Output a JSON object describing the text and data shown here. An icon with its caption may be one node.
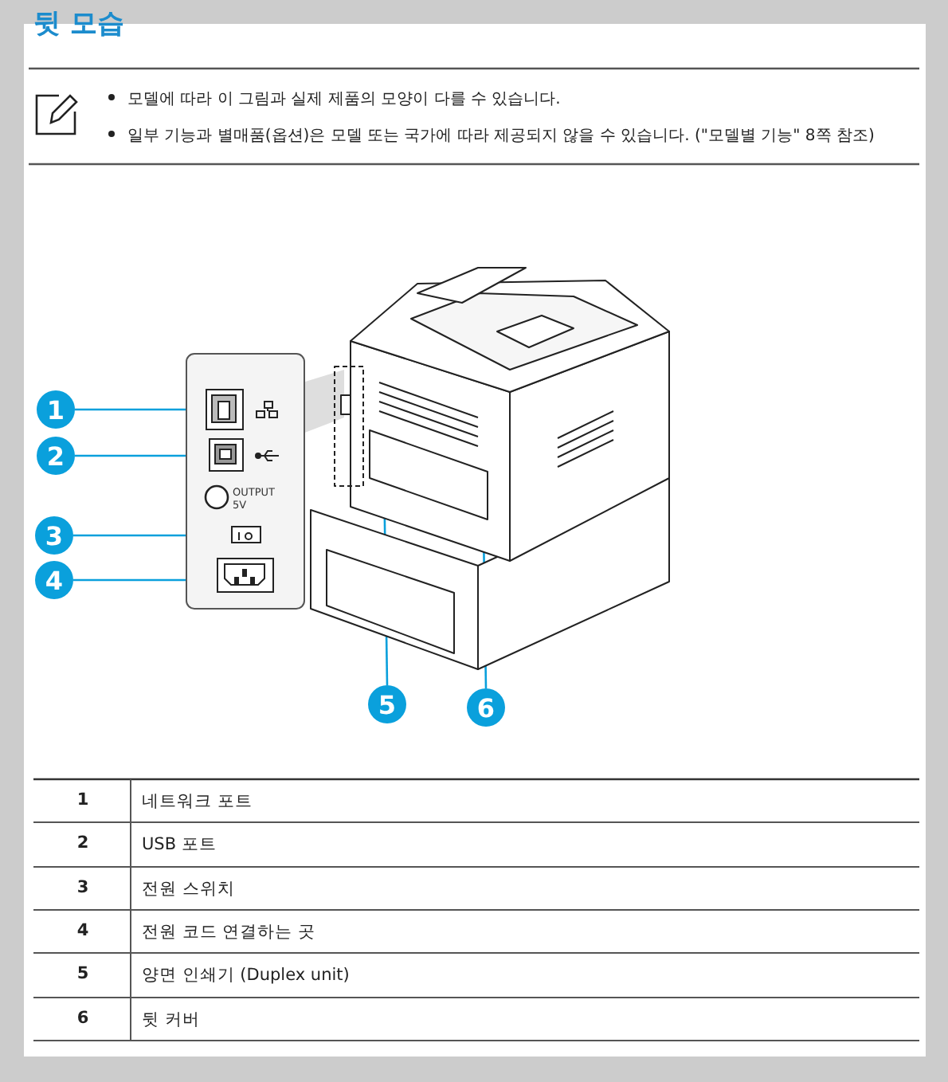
{
  "diagram": {
    "title": "뒷 모습",
    "nodes": [
      {
        "text": [
          "1"
        ]
      },
      {
        "text": [
          "2"
        ]
      },
      {
        "text": [
          "3"
        ]
      },
      {
        "text": [
          "4"
        ]
      },
      {
        "text": [],
        "shape": "box"
      },
      {
        "text": [],
        "shape": "box"
      },
      {
        "text": [],
        "shape": "box"
      },
      {
        "text": [],
        "shape": "box"
      },
      {
        "text": [
          "5"
        ]
      },
      {
        "text": [
          "6"
        ]
      }
    ],
    "edges": [
      {
        "from": 0,
        "to": 4,
        "arrow": "none"
      },
      {
        "from": 1,
        "to": 5,
        "arrow": "none"
      },
      {
        "from": 2,
        "to": 6,
        "arrow": "none"
      },
      {
        "from": 3,
        "to": 7,
        "arrow": "none"
      },
      {
        "from": 8,
        "to": null,
        "arrow": "none"
      },
      {
        "from": 9,
        "to": null,
        "arrow": "none"
      }
    ],
    "labels": [
      "모델에 따라 이 그림과 실제 제품의 모양이 다를 수 있습니다.",
      "일부 기능과 별매품(옵션)은 모델 또는 국가에 따라 제공되지 않을 수 있습니다. (\"모델별 기능\" 8쪽 참조)",
      "OUTPUT 5V",
      "1",
      "네트워크 포트",
      "2",
      "USB 포트",
      "3",
      "전원 스위치",
      "4",
      "전원 코드 연결하는 곳",
      "5",
      "양면 인쇄기 (Duplex unit)",
      "6",
      "뒷 커버"
    ]
  }
}
